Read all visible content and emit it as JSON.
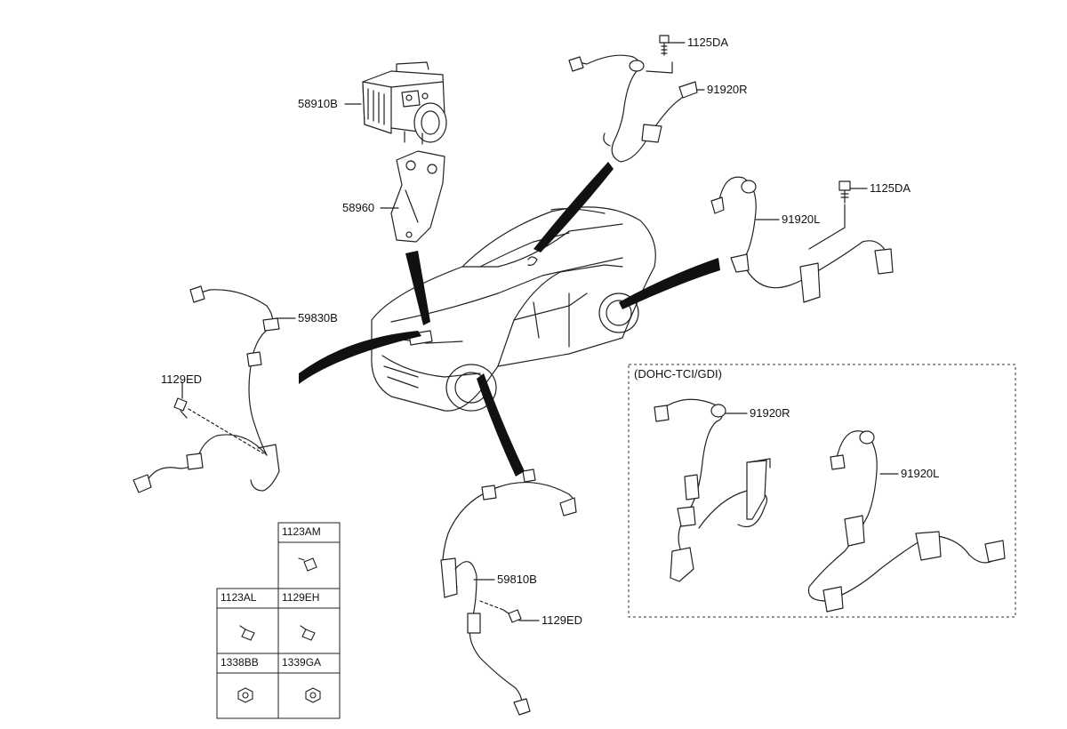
{
  "callouts": {
    "hecu": "58910B",
    "bracket": "58960",
    "bolt_top": "1125DA",
    "sensor_top_right": "91920R",
    "bolt_right": "1125DA",
    "sensor_right_left": "91920L",
    "sensor_front_left": "59830B",
    "bolt_left": "1129ED",
    "sensor_front_right": "59810B",
    "bolt_bottom": "1129ED"
  },
  "variant_box": {
    "title": "(DOHC-TCI/GDI)",
    "sensor_r": "91920R",
    "sensor_l": "91920L"
  },
  "parts_table": {
    "cells": [
      {
        "code": "1123AM"
      },
      {
        "code": "1123AL"
      },
      {
        "code": "1129EH"
      },
      {
        "code": "1338BB"
      },
      {
        "code": "1339GA"
      }
    ]
  }
}
